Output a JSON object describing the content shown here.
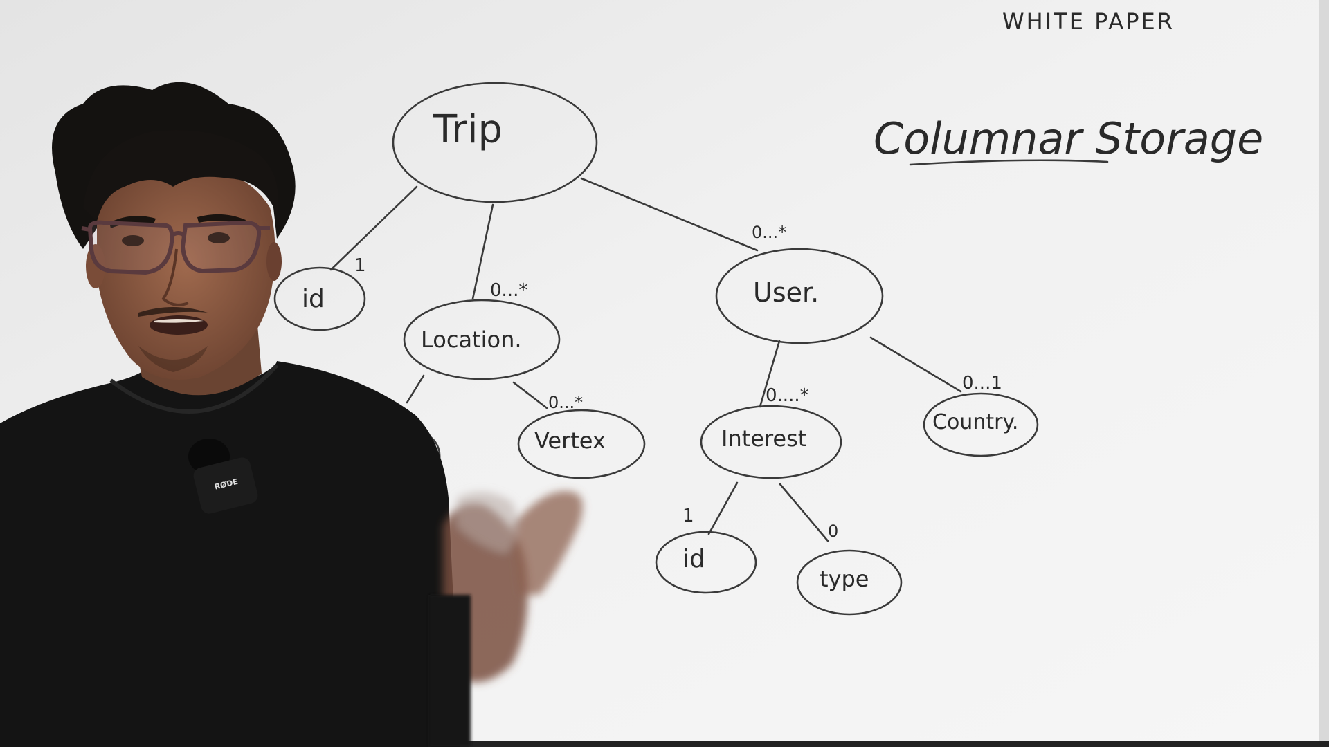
{
  "header": {
    "brand": "WHITE PAPER",
    "topic": "Columnar Storage"
  },
  "diagram": {
    "nodes": {
      "trip": "Trip",
      "trip_id": "id",
      "location": "Location.",
      "vertex": "Vertex",
      "user": "User.",
      "interest": "Interest",
      "country": "Country.",
      "interest_id": "id",
      "interest_type": "type"
    },
    "edges": {
      "trip_id": "1",
      "trip_location": "0...*",
      "trip_user": "0...*",
      "location_vertex": "0...*",
      "user_interest": "0....*",
      "user_country": "0...1",
      "interest_id": "1",
      "interest_type": "0"
    }
  },
  "presenter": {
    "mic_brand": "RØDE"
  },
  "colors": {
    "whiteboard": "#eeeeee",
    "ink": "#333333",
    "shirt": "#141414",
    "skin": "#8a5a42",
    "hair": "#141210"
  }
}
